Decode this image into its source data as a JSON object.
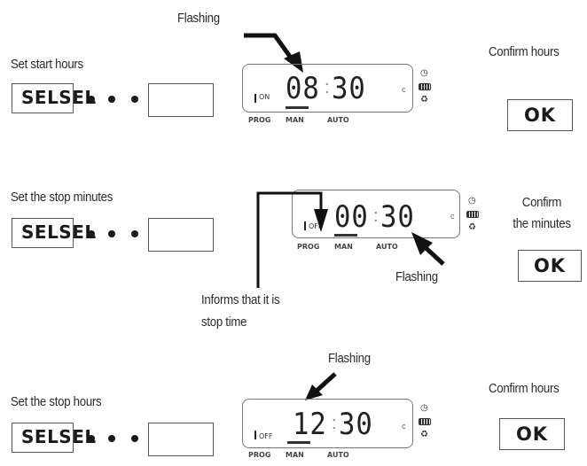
{
  "steps": [
    {
      "instruction": "Set start hours",
      "select_button": "SELSEL",
      "lcd": {
        "hours": "08",
        "minutes": "30",
        "state": "ON",
        "modes": [
          "PROG",
          "MAN",
          "AUTO"
        ]
      },
      "annotation": "Flashing",
      "confirm_label": "Confirm hours",
      "ok_button": "OK"
    },
    {
      "instruction": "Set the stop minutes",
      "select_button": "SELSEL",
      "lcd": {
        "hours": "00",
        "minutes": "30",
        "state": "OFF",
        "modes": [
          "PROG",
          "MAN",
          "AUTO"
        ]
      },
      "annotation": "Flashing",
      "note_line1": "Informs that it is",
      "note_line2": "stop time",
      "confirm_line1": "Confirm",
      "confirm_line2": "the minutes",
      "ok_button": "OK"
    },
    {
      "instruction": "Set the stop hours",
      "select_button": "SELSEL",
      "lcd": {
        "hours": "12",
        "minutes": "30",
        "state": "OFF",
        "modes": [
          "PROG",
          "MAN",
          "AUTO"
        ]
      },
      "annotation": "Flashing",
      "confirm_label": "Confirm hours",
      "ok_button": "OK"
    }
  ],
  "icons": {
    "clock": "clock-icon",
    "battery": "battery-icon",
    "bell": "bell-icon",
    "small_c": "c"
  }
}
